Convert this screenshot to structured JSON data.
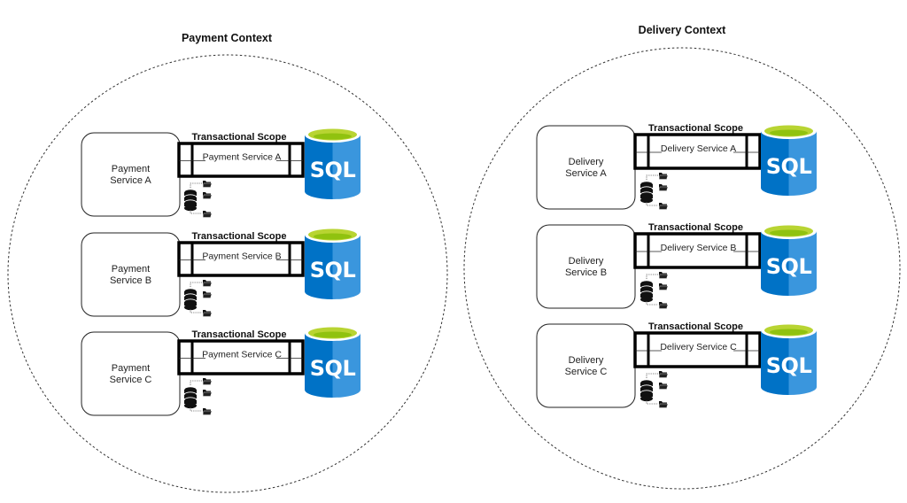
{
  "contexts": [
    {
      "title": "Payment Context",
      "services": [
        {
          "name_line1": "Payment",
          "name_line2": "Service A",
          "scope_label": "Transactional Scope",
          "bar_label": "Payment Service A",
          "db_label": "SQL"
        },
        {
          "name_line1": "Payment",
          "name_line2": "Service B",
          "scope_label": "Transactional Scope",
          "bar_label": "Payment Service B",
          "db_label": "SQL"
        },
        {
          "name_line1": "Payment",
          "name_line2": "Service C",
          "scope_label": "Transactional Scope",
          "bar_label": "Payment Service C",
          "db_label": "SQL"
        }
      ]
    },
    {
      "title": "Delivery Context",
      "services": [
        {
          "name_line1": "Delivery",
          "name_line2": "Service A",
          "scope_label": "Transactional Scope",
          "bar_label": "Delivery Service A",
          "db_label": "SQL"
        },
        {
          "name_line1": "Delivery",
          "name_line2": "Service B",
          "scope_label": "Transactional Scope",
          "bar_label": "Delivery Service B",
          "db_label": "SQL"
        },
        {
          "name_line1": "Delivery",
          "name_line2": "Service C",
          "scope_label": "Transactional Scope",
          "bar_label": "Delivery Service C",
          "db_label": "SQL"
        }
      ]
    }
  ],
  "icons": {
    "database": "database-icon",
    "folder": "folder-icon",
    "sql": "sql-database-icon"
  },
  "colors": {
    "sql_blue_dark": "#0072C6",
    "sql_blue_light": "#3A96DD",
    "sql_rim_light": "#B8D432",
    "sql_rim_dark": "#7FBA00"
  }
}
